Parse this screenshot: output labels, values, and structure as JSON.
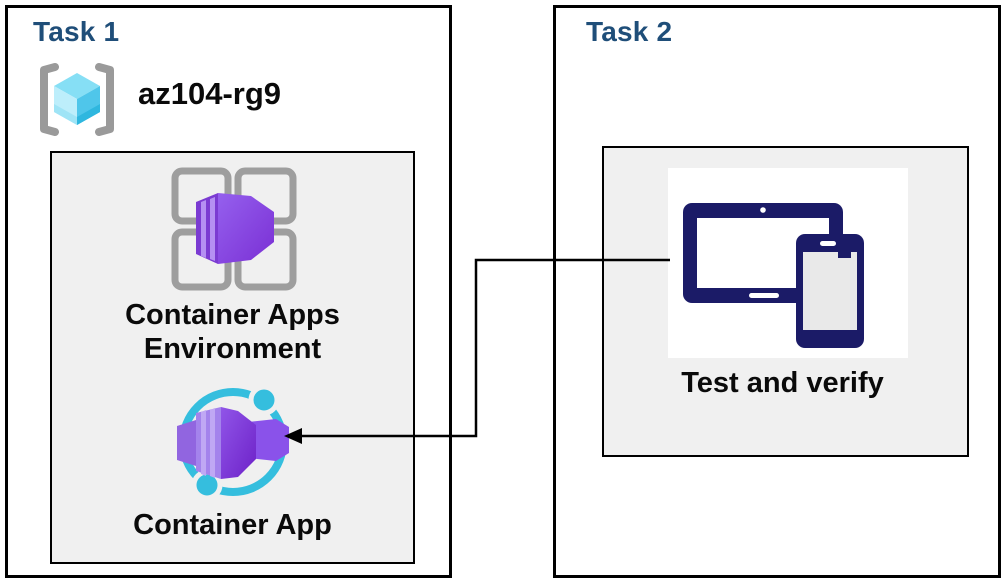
{
  "task1": {
    "title": "Task 1",
    "resource_group": {
      "name": "az104-rg9",
      "icon": "resource-group-icon"
    },
    "nodes": [
      {
        "label": "Container Apps Environment",
        "icon": "container-apps-environment-icon"
      },
      {
        "label": "Container App",
        "icon": "container-app-icon"
      }
    ]
  },
  "task2": {
    "title": "Task 2",
    "nodes": [
      {
        "label": "Test and verify",
        "icon": "devices-icon"
      }
    ]
  },
  "connector": {
    "from": "Test and verify",
    "to": "Container App",
    "type": "arrow"
  },
  "colors": {
    "title_blue": "#1F4E79",
    "inner_box_fill": "#F0F0F0",
    "border_black": "#000000",
    "azure_cyan": "#35BEDE",
    "container_purple": "#8B4FE8",
    "device_navy": "#1B1B67",
    "bracket_gray": "#9A9A9A",
    "grid_gray": "#9E9E9E"
  }
}
